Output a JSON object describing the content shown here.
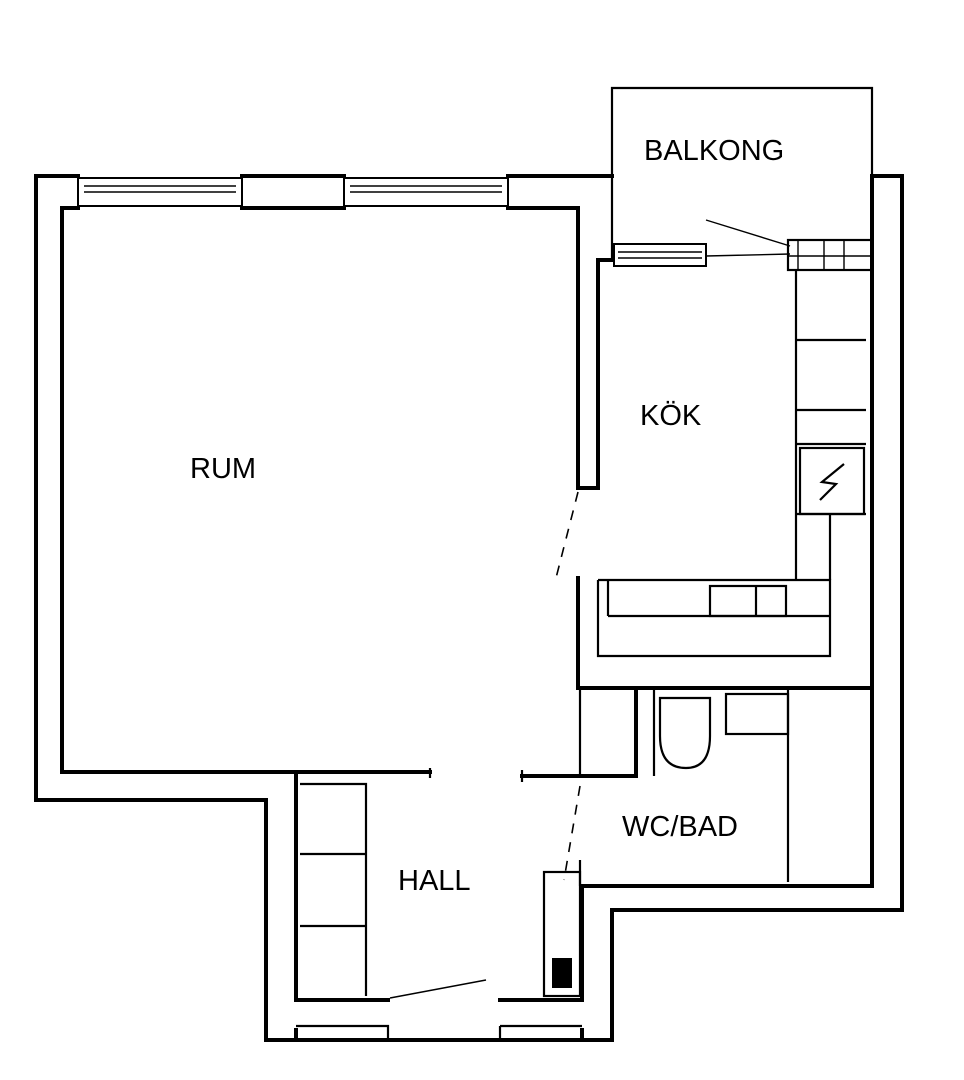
{
  "rooms": {
    "balkong": "BALKONG",
    "kok": "KÖK",
    "rum": "RUM",
    "hall": "HALL",
    "wc_bad": "WC/BAD"
  },
  "icons": {
    "electrical_panel": "lightning-bolt-icon"
  },
  "colors": {
    "line": "#000000",
    "background": "#ffffff"
  }
}
